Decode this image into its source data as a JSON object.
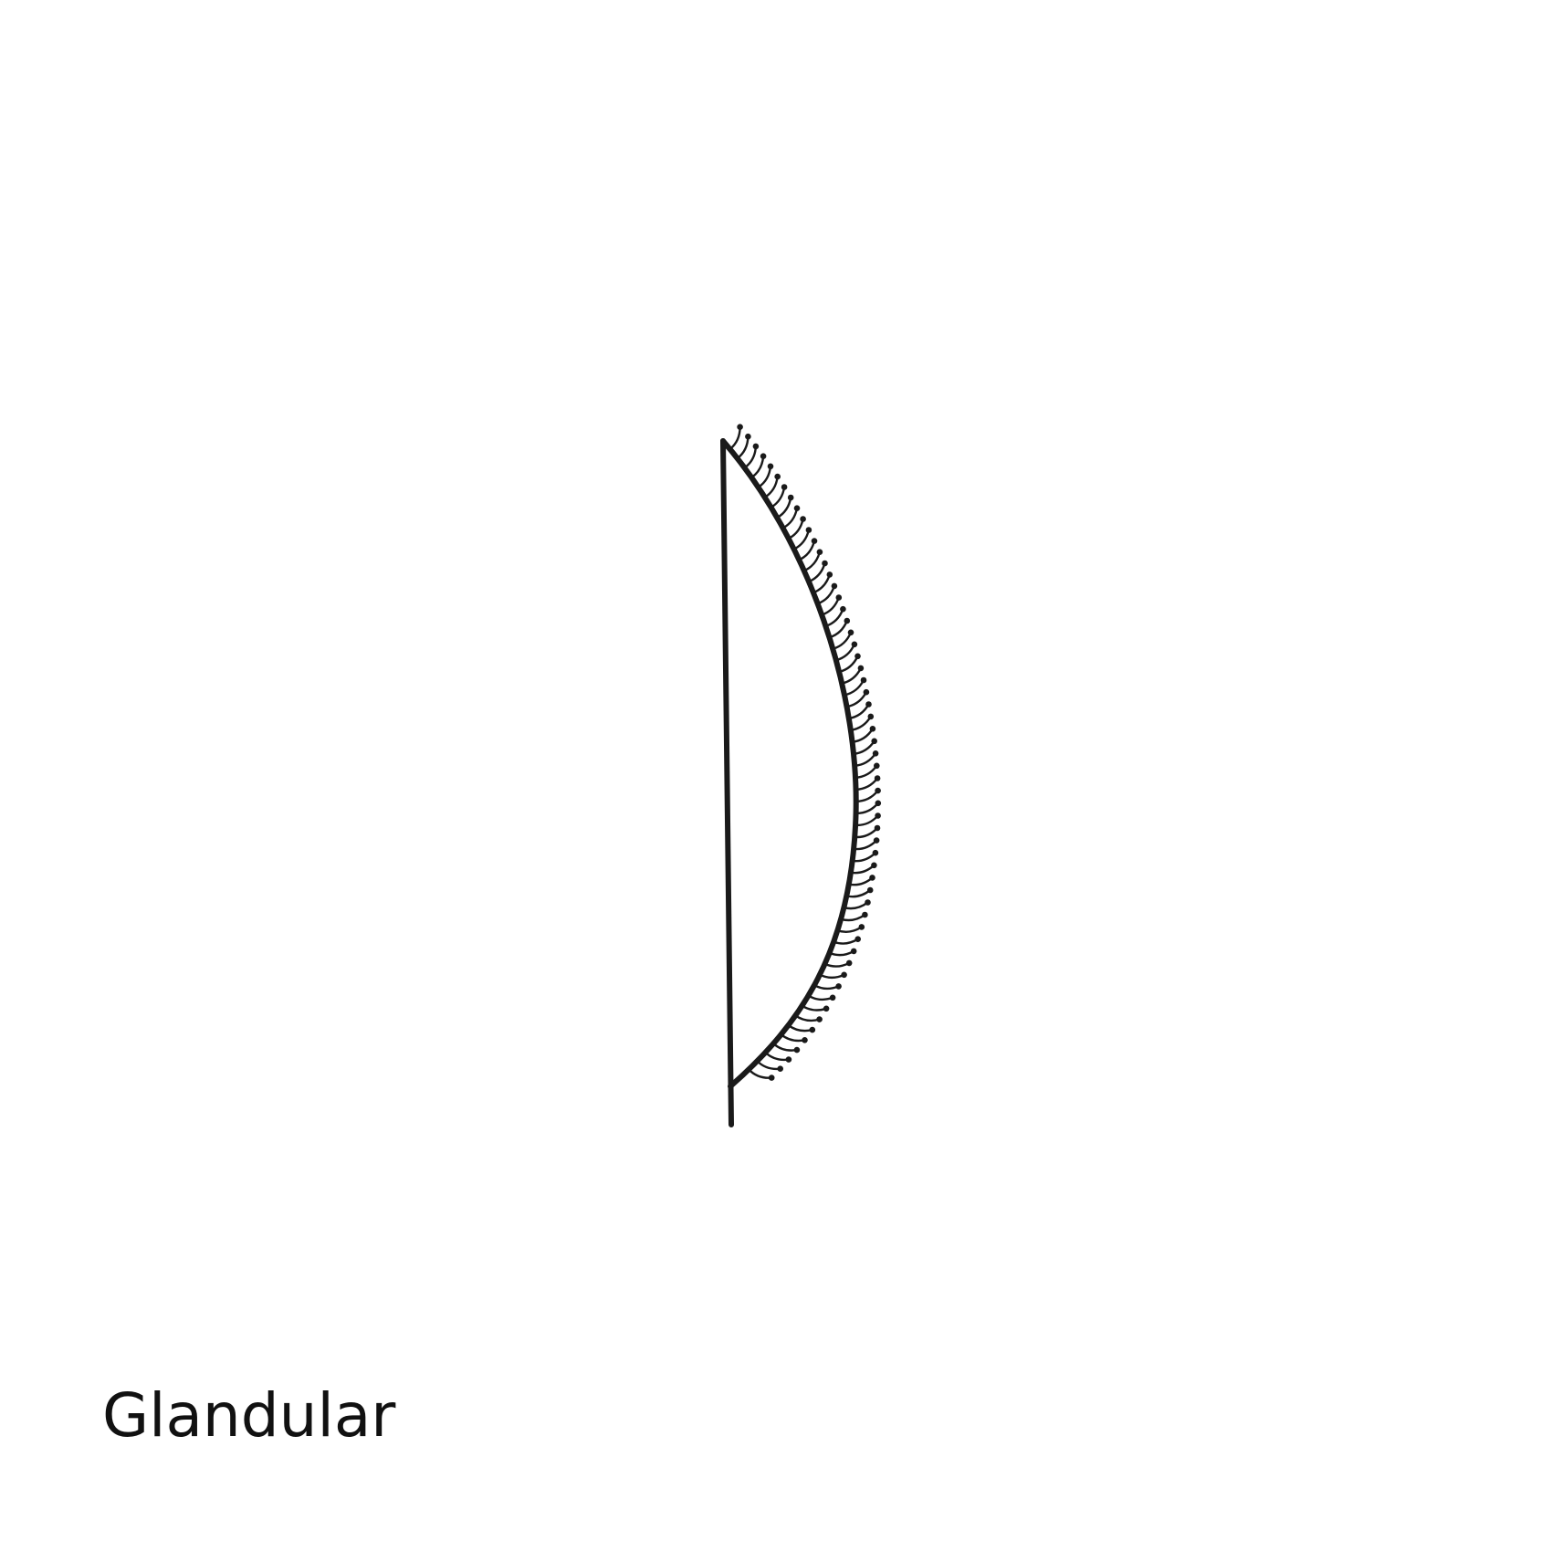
{
  "caption": "Glandular",
  "illustration": {
    "subject": "leaf-margin-icon",
    "margin_type": "glandular",
    "gland_hair_count": 58,
    "colors": {
      "stroke": "#1a1a1a",
      "background": "#ffffff"
    }
  }
}
